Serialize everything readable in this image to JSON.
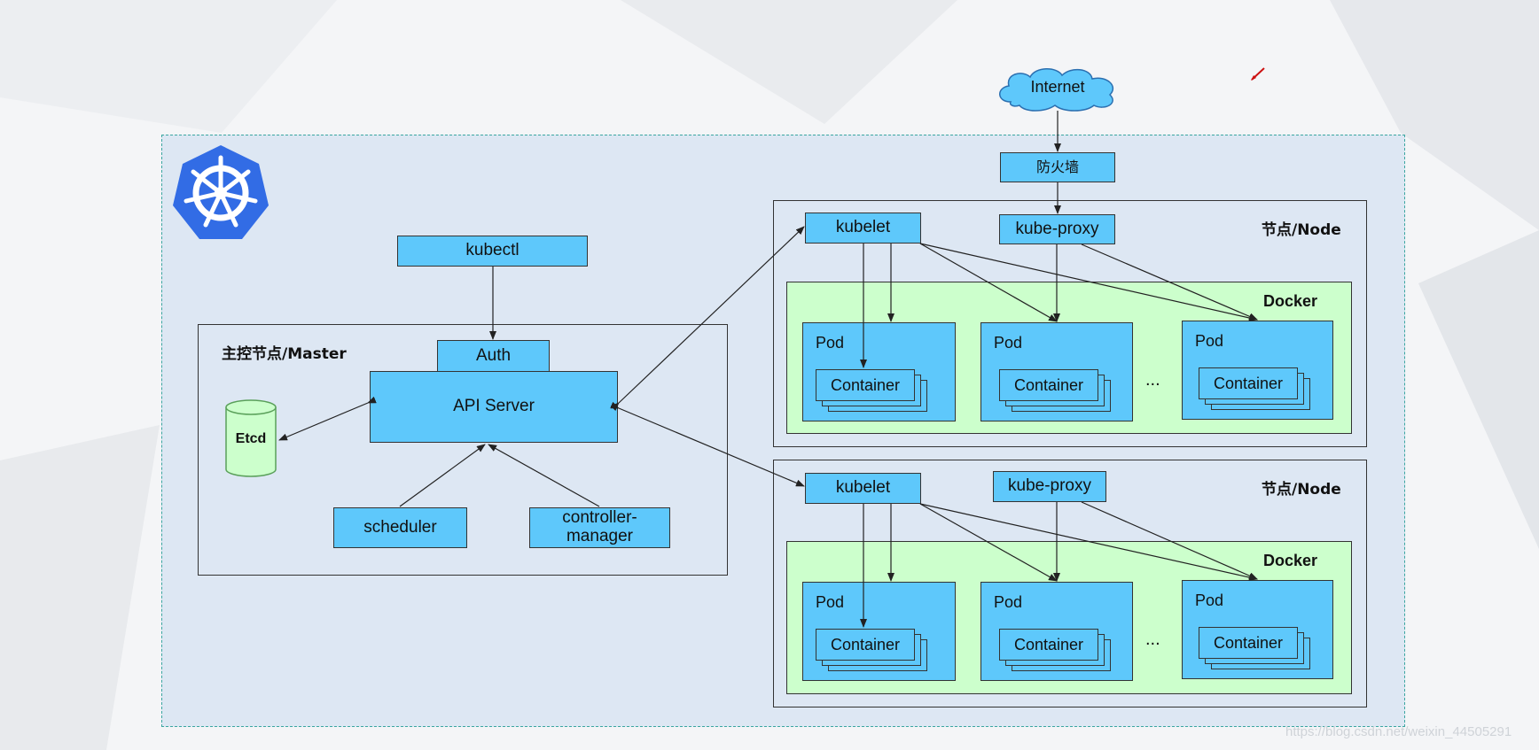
{
  "internet": {
    "label": "Internet"
  },
  "firewall": {
    "label": "防火墙"
  },
  "kubectl": {
    "label": "kubectl"
  },
  "master": {
    "title": "主控节点/Master",
    "auth": "Auth",
    "api_server": "API Server",
    "etcd": "Etcd",
    "scheduler": "scheduler",
    "controller_manager": "controller-\nmanager"
  },
  "nodes": [
    {
      "title": "节点/Node",
      "kubelet": "kubelet",
      "kube_proxy": "kube-proxy",
      "docker": "Docker",
      "pods": [
        {
          "label": "Pod",
          "container": "Container"
        },
        {
          "label": "Pod",
          "container": "Container"
        },
        {
          "label": "Pod",
          "container": "Container"
        }
      ],
      "ellipsis": "..."
    },
    {
      "title": "节点/Node",
      "kubelet": "kubelet",
      "kube_proxy": "kube-proxy",
      "docker": "Docker",
      "pods": [
        {
          "label": "Pod",
          "container": "Container"
        },
        {
          "label": "Pod",
          "container": "Container"
        },
        {
          "label": "Pod",
          "container": "Container"
        }
      ],
      "ellipsis": "..."
    }
  ],
  "watermark": "https://blog.csdn.net/weixin_44505291",
  "colors": {
    "component": "#5ec8fb",
    "cluster_bg": "#dde7f3",
    "docker_bg": "#ccffcc",
    "etcd": "#ccffcc",
    "k8s_logo": "#326ce5"
  },
  "icons": [
    "kubernetes-logo-icon",
    "cloud-icon",
    "database-icon",
    "pen-icon"
  ]
}
